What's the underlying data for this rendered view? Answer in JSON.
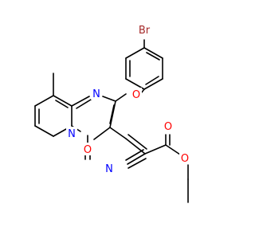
{
  "molecule": {
    "atoms": [
      {
        "id": "br",
        "label": "Br",
        "color": "#A52A2A"
      },
      {
        "id": "o_eth",
        "label": "O",
        "color": "#FF0000"
      },
      {
        "id": "n1",
        "label": "N",
        "color": "#0000FF"
      },
      {
        "id": "n2",
        "label": "N",
        "color": "#0000FF"
      },
      {
        "id": "o_ket",
        "label": "O",
        "color": "#FF0000"
      },
      {
        "id": "n_cn",
        "label": "N",
        "color": "#0000FF"
      },
      {
        "id": "o_co",
        "label": "O",
        "color": "#FF0000"
      },
      {
        "id": "o_est",
        "label": "O",
        "color": "#FF0000"
      }
    ]
  }
}
